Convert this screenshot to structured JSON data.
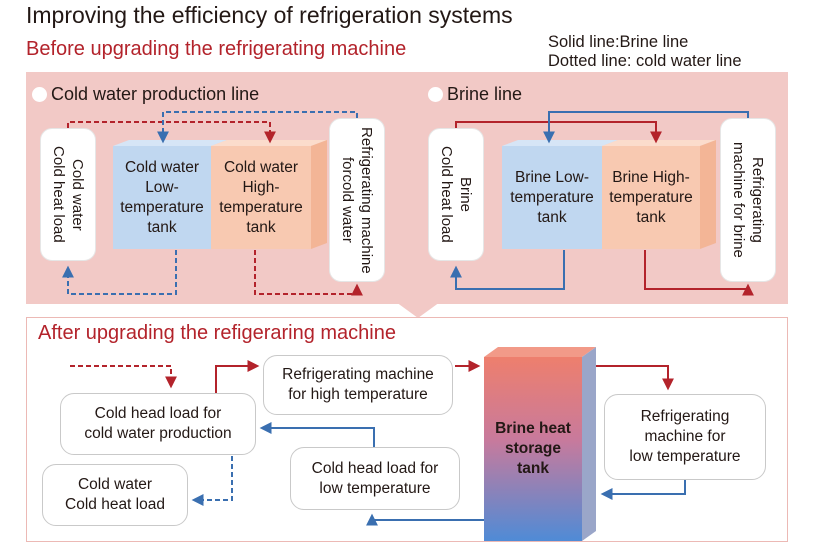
{
  "header": {
    "title": "Improving the efficiency of refrigeration systems",
    "subtitle": "Before upgrading the refrigerating machine",
    "legend_solid": "Solid line:Brine line",
    "legend_dotted": "Dotted line: cold water line"
  },
  "before": {
    "cold_water": {
      "heading": "Cold water production line",
      "load_line1": "Cold water",
      "load_line2": "Cold heat load",
      "low_tank": [
        "Cold water",
        "Low-",
        "temperature",
        "tank"
      ],
      "high_tank": [
        "Cold water",
        "High-",
        "temperature",
        "tank"
      ],
      "machine_line1": "Refrigerating machine",
      "machine_line2": "forcold water"
    },
    "brine": {
      "heading": "Brine line",
      "load_line1": "Brine",
      "load_line2": "Cold heat load",
      "low_tank": [
        "Brine Low-",
        "temperature",
        "tank"
      ],
      "high_tank": [
        "Brine High-",
        "temperature",
        "tank"
      ],
      "machine_line1": "Refrigerating",
      "machine_line2": "machine for brine"
    }
  },
  "after": {
    "heading": "After upgrading the refigeraring machine",
    "cold_head_load_production": [
      "Cold head load for",
      "cold water production"
    ],
    "high_temp_machine": [
      "Refrigerating machine",
      "for high temperature"
    ],
    "brine_tank": [
      "Brine heat",
      "storage",
      "tank"
    ],
    "low_temp_machine": [
      "Refrigerating",
      "machine for",
      "low temperature"
    ],
    "cold_head_load_low": [
      "Cold head load for",
      "low temperature"
    ],
    "cold_water_load": [
      "Cold water",
      "Cold heat load"
    ]
  },
  "colors": {
    "brine_red": "#b3232b",
    "water_blue": "#3a6fb0",
    "panel_pink": "#f2c9c6"
  }
}
